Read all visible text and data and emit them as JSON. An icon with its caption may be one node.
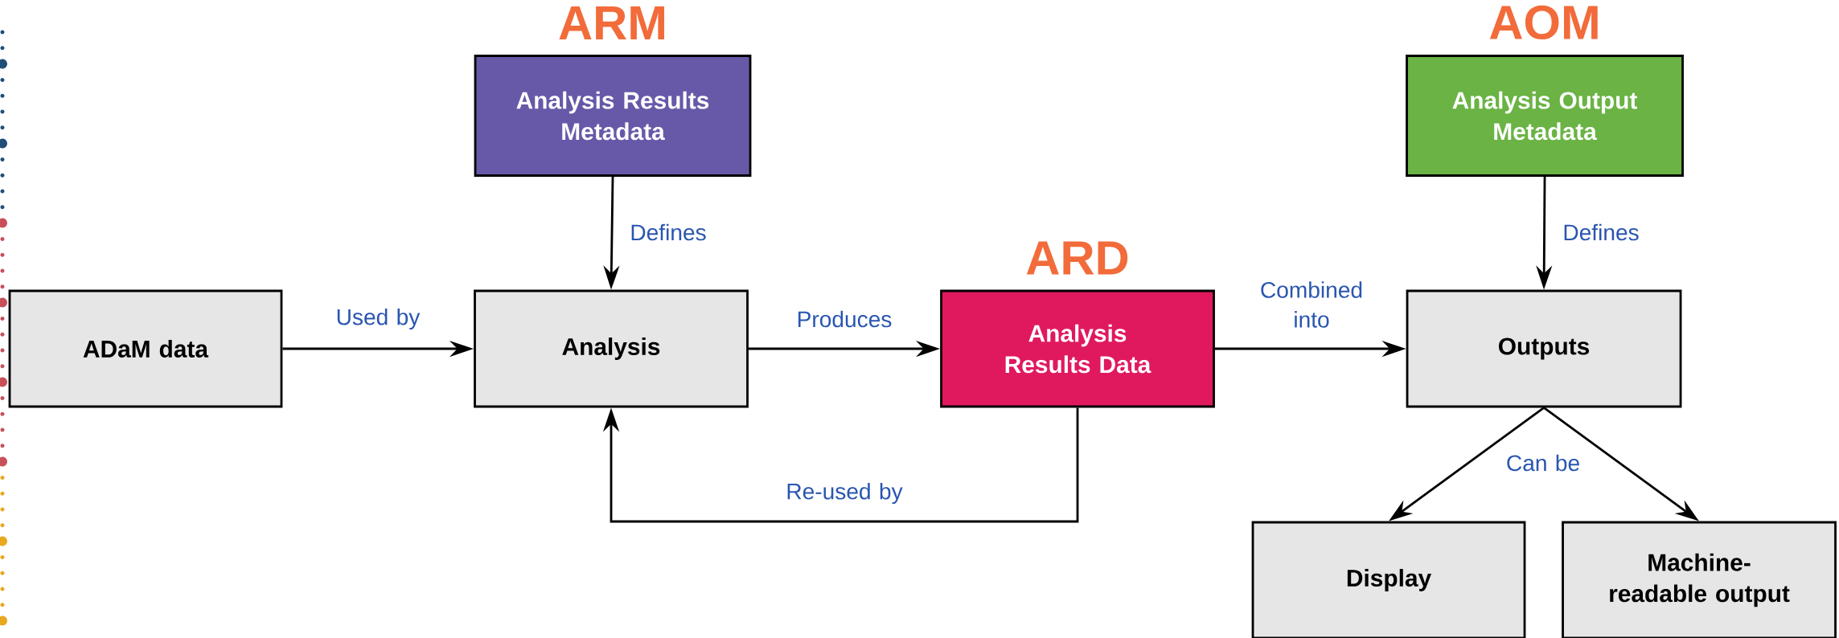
{
  "diagram": {
    "nodes": [
      {
        "text": [
          "ARM",
          "Analysis Results Metadata"
        ]
      },
      {
        "text": [
          "AOM",
          "Analysis Output Metadata"
        ]
      },
      {
        "text": [
          "ADaM data"
        ]
      },
      {
        "text": [
          "Analysis"
        ]
      },
      {
        "text": [
          "ARD",
          "Analysis Results Data"
        ]
      },
      {
        "text": [
          "Outputs"
        ]
      },
      {
        "text": [
          "Display"
        ]
      },
      {
        "text": [
          "Machine-readable output"
        ]
      }
    ],
    "edges": [
      {
        "from": 0,
        "to": 3,
        "arrow": "to",
        "label": "Defines"
      },
      {
        "from": 1,
        "to": 5,
        "arrow": "to",
        "label": "Defines"
      },
      {
        "from": 2,
        "to": 3,
        "arrow": "to",
        "label": "Used by"
      },
      {
        "from": 3,
        "to": 4,
        "arrow": "to",
        "label": "Produces"
      },
      {
        "from": 4,
        "to": 3,
        "arrow": "to",
        "label": "Re-used by"
      },
      {
        "from": 4,
        "to": 5,
        "arrow": "to",
        "label": "Combined into"
      },
      {
        "from": 5,
        "to": 6,
        "arrow": "to",
        "label": "Can be"
      },
      {
        "from": 5,
        "to": 7,
        "arrow": "to"
      }
    ]
  }
}
